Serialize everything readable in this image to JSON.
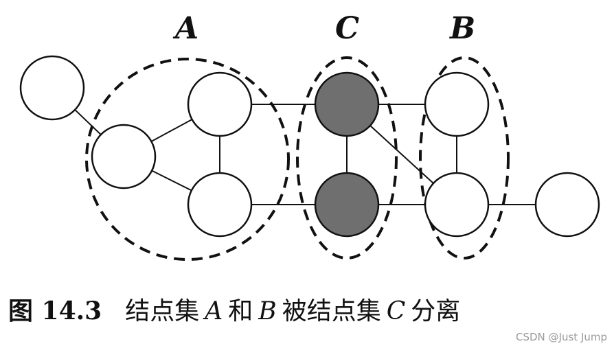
{
  "labels": {
    "set_a": "A",
    "set_c": "C",
    "set_b": "B"
  },
  "caption": {
    "figure_number": "图 14.3",
    "part1": "结点集",
    "var_a": "A",
    "part2": "和",
    "var_b": "B",
    "part3": "被结点集",
    "var_c": "C",
    "part4": "分离"
  },
  "watermark": "CSDN @Just Jump",
  "colors": {
    "node_fill": "#ffffff",
    "separator_fill": "#6f6f6f",
    "stroke": "#111111"
  }
}
